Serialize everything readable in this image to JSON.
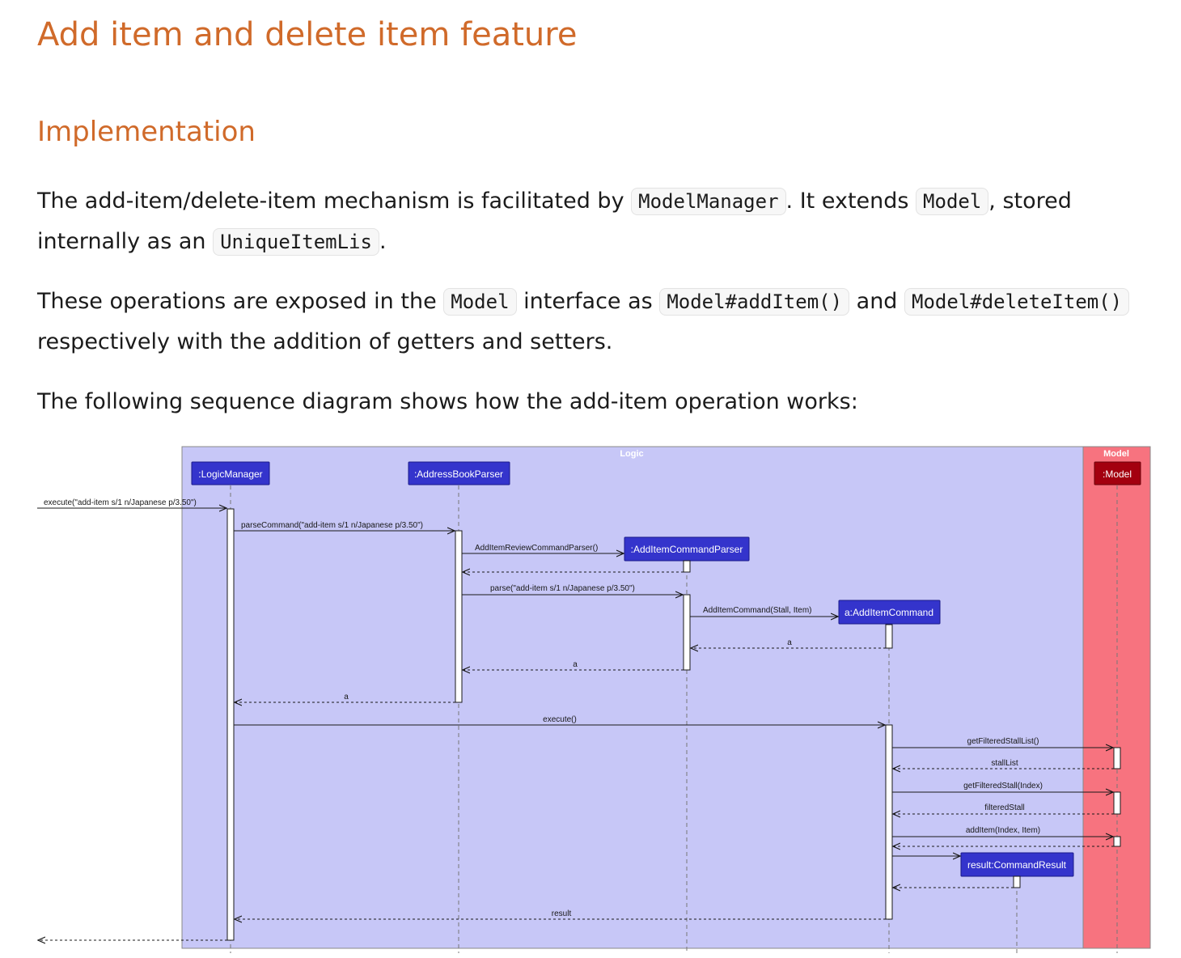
{
  "title": "Add item and delete item feature",
  "subtitle": "Implementation",
  "p1": {
    "t1": "The add-item/delete-item mechanism is facilitated by ",
    "c1": "ModelManager",
    "t2": ". It extends ",
    "c2": "Model",
    "t3": ", stored internally as an ",
    "c3": "UniqueItemLis",
    "t4": "."
  },
  "p2": {
    "t1": "These operations are exposed in the ",
    "c1": "Model",
    "t2": " interface as ",
    "c2": "Model#addItem()",
    "t3": " and ",
    "c3": "Model#deleteItem()",
    "t4": " respectively with the addition of getters and setters."
  },
  "p3": "The following sequence diagram shows how the add-item operation works:",
  "diagram": {
    "groups": {
      "logic": "Logic",
      "model": "Model"
    },
    "colors": {
      "logic": "#c7c7f7",
      "model": "#f7737f",
      "participant": "#3434cc",
      "model_participant": "#a3000f"
    },
    "participants": {
      "logicManager": ":LogicManager",
      "addressBookParser": ":AddressBookParser",
      "parser": ":AddItemCommandParser",
      "command": "a:AddItemCommand",
      "model": ":Model",
      "result": "result:CommandResult"
    },
    "messages": {
      "execute_call": "execute(\"add-item s/1 n/Japanese p/3.50\")",
      "parse_command": "parseCommand(\"add-item s/1 n/Japanese p/3.50\")",
      "create_parser": "AddItemReviewCommandParser()",
      "parse": "parse(\"add-item s/1 n/Japanese p/3.50\")",
      "create_command": "AddItemCommand(Stall, Item)",
      "ret_a1": "a",
      "ret_a2": "a",
      "ret_a3": "a",
      "execute": "execute()",
      "get_stall_list": "getFilteredStallList()",
      "stall_list": "stallList",
      "get_stall": "getFilteredStall(Index)",
      "filtered_stall": "filteredStall",
      "add_item": "addItem(Index, Item)",
      "result": "result"
    }
  }
}
